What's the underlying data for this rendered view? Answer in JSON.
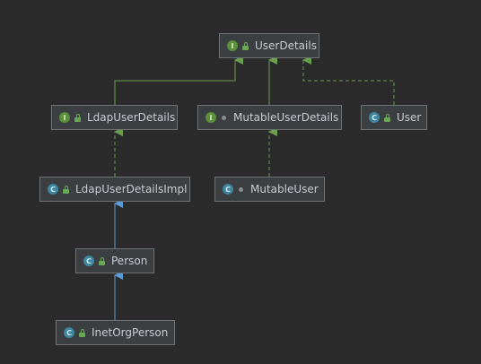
{
  "colors": {
    "background": "#2b2b2b",
    "node_fill": "#3c3f41",
    "node_border": "#6f7275",
    "text": "#c9cdd1",
    "extends_interface": "#6a9e4f",
    "implements": "#6a9e4f",
    "extends_class": "#5c9bd6"
  },
  "nodes": {
    "user_details": {
      "label": "UserDetails",
      "kind": "interface",
      "badge": "I",
      "visibility": "public"
    },
    "ldap_user_details": {
      "label": "LdapUserDetails",
      "kind": "interface",
      "badge": "I",
      "visibility": "public"
    },
    "mutable_user_details": {
      "label": "MutableUserDetails",
      "kind": "interface",
      "badge": "I",
      "visibility": "package"
    },
    "user": {
      "label": "User",
      "kind": "class",
      "badge": "C",
      "visibility": "public"
    },
    "ldap_user_details_impl": {
      "label": "LdapUserDetailsImpl",
      "kind": "class",
      "badge": "C",
      "visibility": "public"
    },
    "mutable_user": {
      "label": "MutableUser",
      "kind": "class",
      "badge": "C",
      "visibility": "package"
    },
    "person": {
      "label": "Person",
      "kind": "class",
      "badge": "C",
      "visibility": "public"
    },
    "inet_org_person": {
      "label": "InetOrgPerson",
      "kind": "class",
      "badge": "C",
      "visibility": "public"
    }
  },
  "edges": [
    {
      "from": "ldap_user_details",
      "to": "user_details",
      "relation": "extends-interface"
    },
    {
      "from": "mutable_user_details",
      "to": "user_details",
      "relation": "extends-interface"
    },
    {
      "from": "user",
      "to": "user_details",
      "relation": "implements"
    },
    {
      "from": "ldap_user_details_impl",
      "to": "ldap_user_details",
      "relation": "implements"
    },
    {
      "from": "mutable_user",
      "to": "mutable_user_details",
      "relation": "implements"
    },
    {
      "from": "person",
      "to": "ldap_user_details_impl",
      "relation": "extends"
    },
    {
      "from": "inet_org_person",
      "to": "person",
      "relation": "extends"
    }
  ]
}
